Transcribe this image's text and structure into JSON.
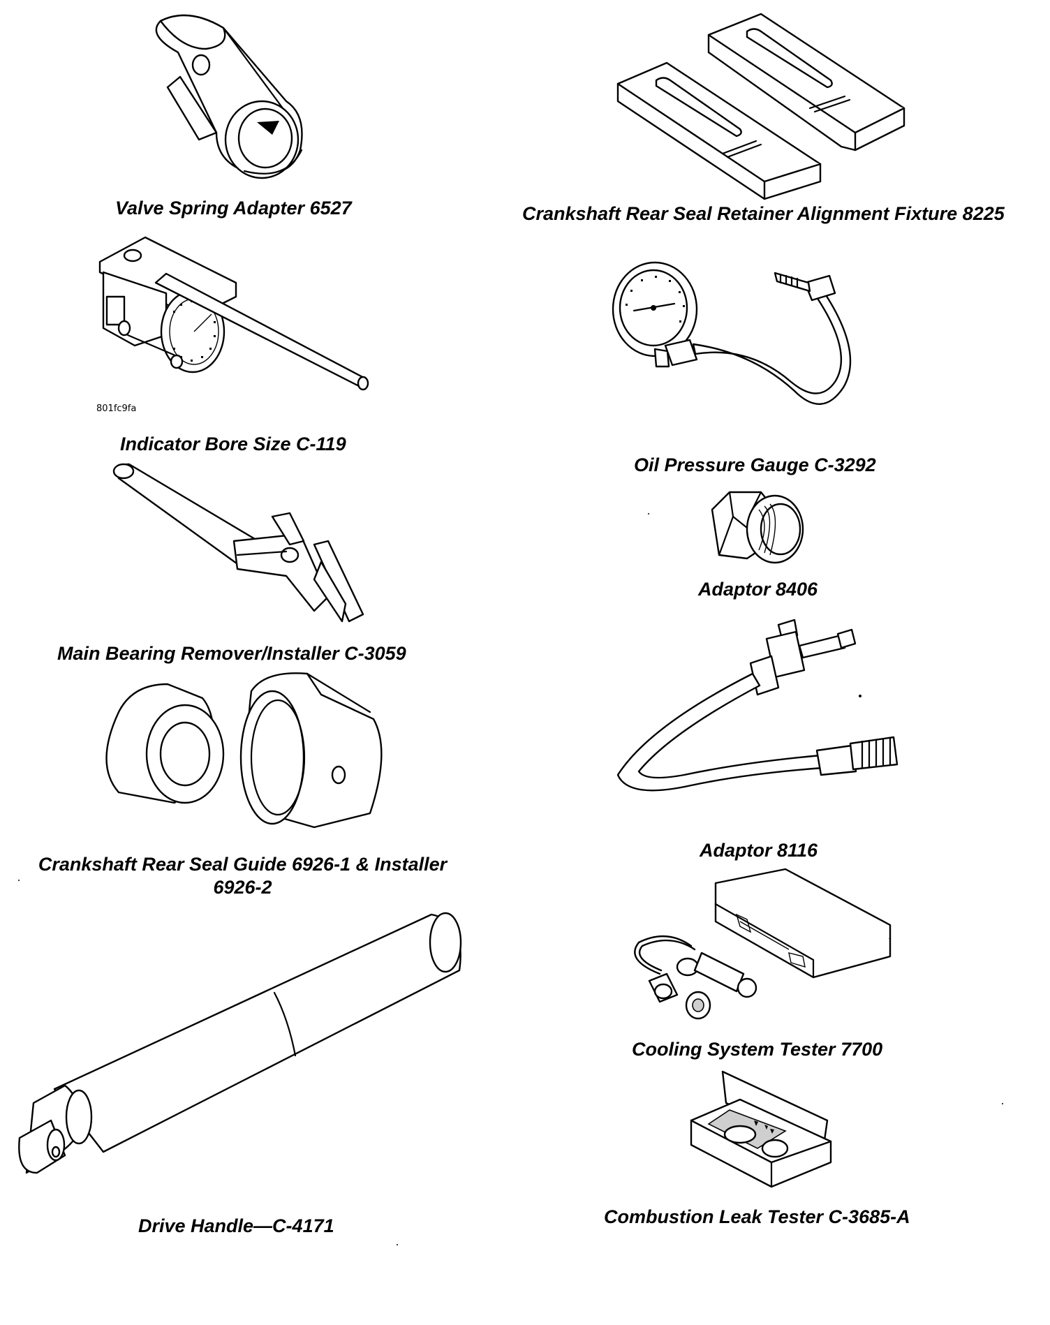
{
  "tools": [
    {
      "name": "Valve Spring Adapter 6527"
    },
    {
      "name": "Crankshaft Rear Seal Retainer Alignment Fixture 8225"
    },
    {
      "name": "Indicator Bore Size C-119",
      "figure_code": "801fc9fa"
    },
    {
      "name": "Oil Pressure Gauge C-3292"
    },
    {
      "name": "Main Bearing Remover/Installer C-3059"
    },
    {
      "name": "Adaptor 8406"
    },
    {
      "name": "Crankshaft Rear Seal Guide 6926-1 & Installer",
      "name_line2": "6926-2"
    },
    {
      "name": "Adaptor 8116"
    },
    {
      "name": "Cooling System Tester 7700"
    },
    {
      "name": "Drive Handle—C-4171"
    },
    {
      "name": "Combustion Leak Tester C-3685-A"
    }
  ]
}
